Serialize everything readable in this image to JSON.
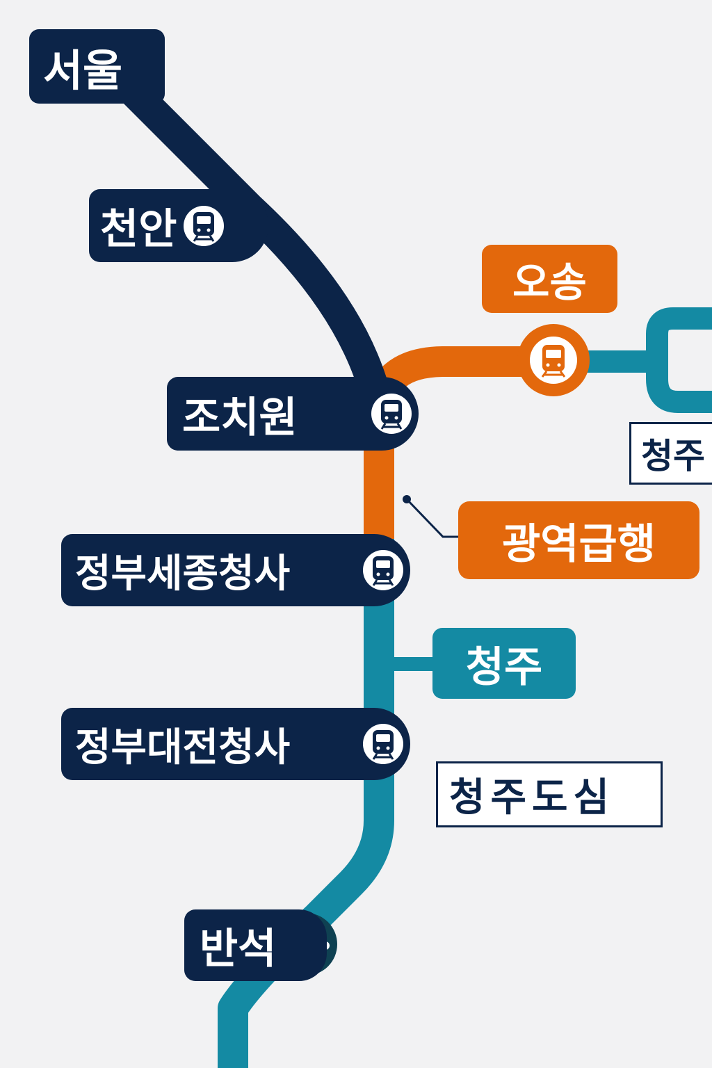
{
  "colors": {
    "background": "#f2f2f3",
    "navy_line": "#0c2448",
    "orange_line": "#e3680c",
    "teal_line": "#148aa3"
  },
  "stations": {
    "seoul": "서울",
    "cheonan": "천안",
    "jochiwon": "조치원",
    "sejong": "정부세종청사",
    "daejeon": "정부대전청사",
    "banseok": "반석"
  },
  "labels": {
    "osong": "오송",
    "express": "광역급행",
    "cheongju": "청주",
    "cheongju_right": "청주",
    "cheongju_downtown": "청주도심"
  },
  "icons": {
    "station": "train-icon"
  }
}
